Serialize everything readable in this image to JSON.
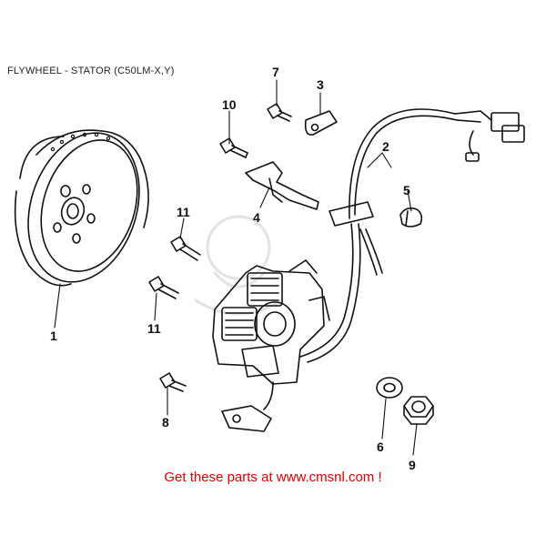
{
  "title": "FLYWHEEL - STATOR (C50LM-X,Y)",
  "footer": "Get these parts at www.cmsnl.com !",
  "callouts": {
    "c1": "1",
    "c2": "2",
    "c3": "3",
    "c4": "4",
    "c5": "5",
    "c6": "6",
    "c7": "7",
    "c8": "8",
    "c9": "9",
    "c10": "10",
    "c11a": "11",
    "c11b": "11"
  },
  "colors": {
    "line": "#111111",
    "footer": "#d60000",
    "watermark": "#e6e6e6"
  }
}
